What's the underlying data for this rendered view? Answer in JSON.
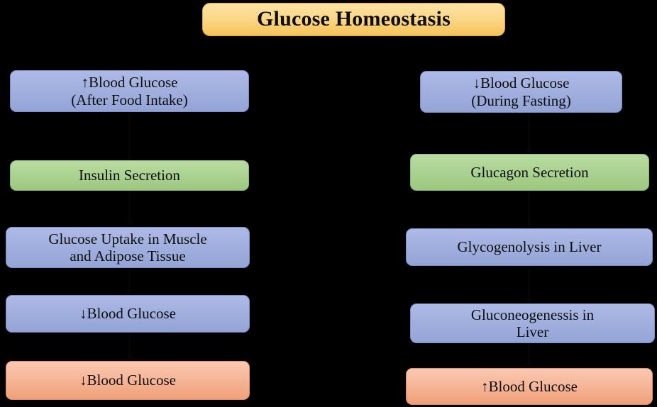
{
  "diagram": {
    "title": "Glucose Homeostasis",
    "background_color": "#000000",
    "text_color": "#0d0d0d",
    "colors": {
      "title_box": "#FBD88A",
      "blue_box": "#A3B1DF",
      "green_box": "#ACD393",
      "orange_box": "#F6B79A"
    },
    "left_column": {
      "name": "hyperglycemia-pathway",
      "steps": [
        {
          "label": "↑Blood Glucose\n(After Food Intake)",
          "color": "blue"
        },
        {
          "label": "Insulin Secretion",
          "color": "green"
        },
        {
          "label": "Glucose Uptake in Muscle\nand Adipose Tissue",
          "color": "blue"
        },
        {
          "label": "↓Blood Glucose",
          "color": "blue"
        },
        {
          "label": "↓Blood Glucose",
          "color": "orange"
        }
      ]
    },
    "right_column": {
      "name": "hypoglycemia-pathway",
      "steps": [
        {
          "label": "↓Blood Glucose\n(During Fasting)",
          "color": "blue"
        },
        {
          "label": "Glucagon Secretion",
          "color": "green"
        },
        {
          "label": "Glycogenolysis  in Liver",
          "color": "blue"
        },
        {
          "label": "Gluconeogenessis in\nLiver",
          "color": "blue"
        },
        {
          "label": "↑Blood Glucose",
          "color": "orange"
        }
      ]
    }
  }
}
